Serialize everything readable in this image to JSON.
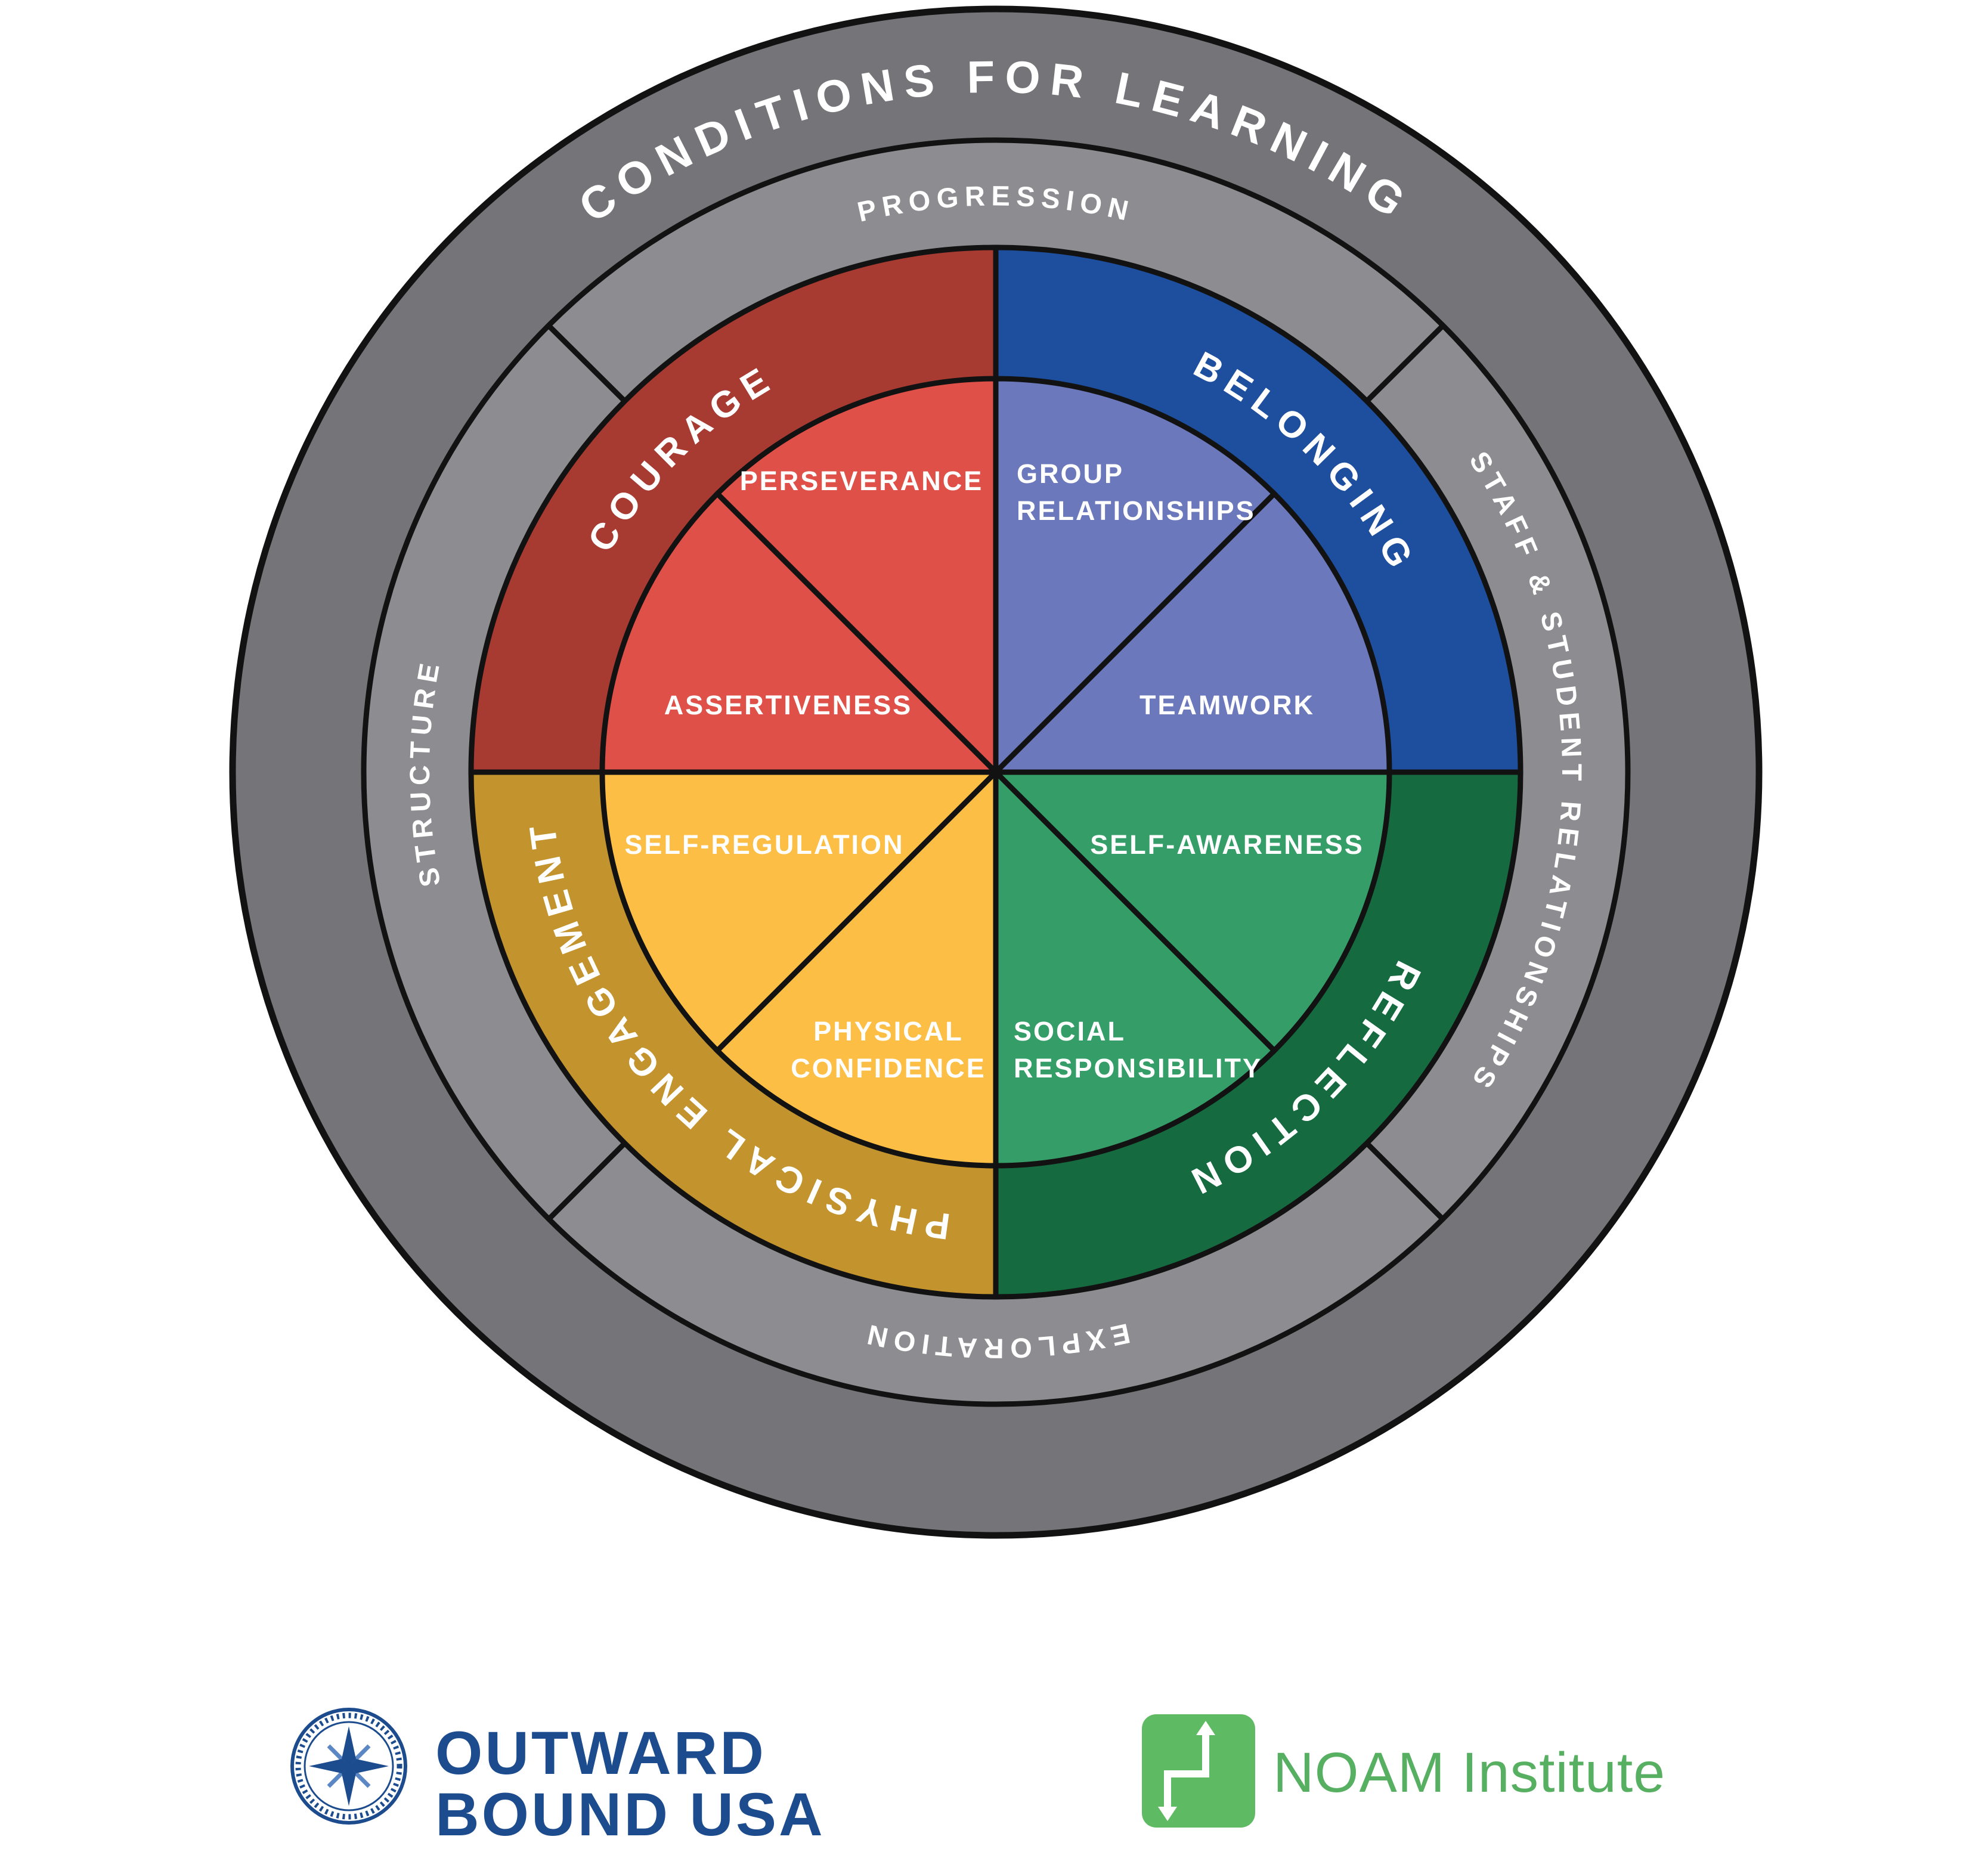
{
  "diagram": {
    "outer_ring_label": "CONDITIONS FOR LEARNING",
    "middle_ring": {
      "top": "PROGRESSION",
      "right": "STAFF & STUDENT RELATIONSHIPS",
      "bottom": "EXPLORATION",
      "left": "STRUCTURE"
    },
    "quadrants": [
      {
        "label": "COURAGE",
        "band_color": "#a73b32",
        "wedge_color": "#de5048",
        "wedges": [
          {
            "lines": [
              "PERSEVERANCE"
            ]
          },
          {
            "lines": [
              "ASSERTIVENESS"
            ]
          }
        ]
      },
      {
        "label": "BELONGING",
        "band_color": "#1d4f9e",
        "wedge_color": "#6b78bc",
        "wedges": [
          {
            "lines": [
              "GROUP",
              "RELATIONSHIPS"
            ]
          },
          {
            "lines": [
              "TEAMWORK"
            ]
          }
        ]
      },
      {
        "label": "REFLECTION",
        "band_color": "#156a40",
        "wedge_color": "#359e68",
        "wedges": [
          {
            "lines": [
              "SELF-AWARENESS"
            ]
          },
          {
            "lines": [
              "SOCIAL",
              "RESPONSIBILITY"
            ]
          }
        ]
      },
      {
        "label": "PHYSICAL ENGAGEMENT",
        "band_color": "#c3932e",
        "wedge_color": "#fcbe45",
        "wedges": [
          {
            "lines": [
              "SELF-REGULATION"
            ]
          },
          {
            "lines": [
              "PHYSICAL",
              "CONFIDENCE"
            ]
          }
        ]
      }
    ],
    "colors": {
      "outer_ring": "#757478",
      "middle_ring": "#8d8c90",
      "outline": "#121212",
      "label_text": "#ffffff"
    }
  },
  "footer": {
    "outward_bound": {
      "name_line1": "OUTWARD",
      "name_line2": "BOUND USA",
      "brand_color": "#1c4c8e"
    },
    "noam": {
      "name": "NOAM Institute",
      "brand_color": "#57b061",
      "icon_color": "#5fbb63"
    }
  }
}
